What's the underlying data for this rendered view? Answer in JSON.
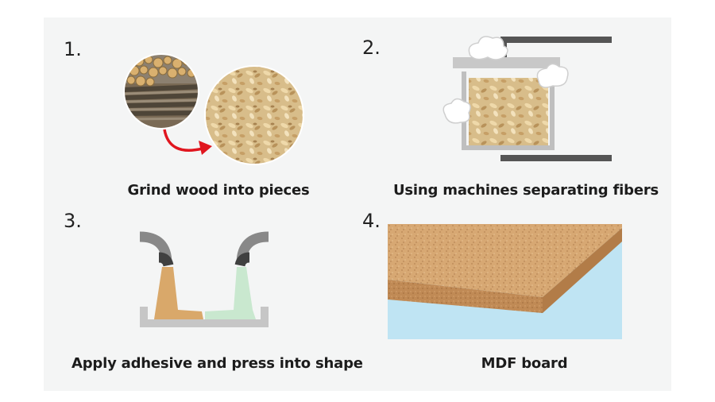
{
  "steps": [
    {
      "number": "1.",
      "caption": "Grind wood into pieces"
    },
    {
      "number": "2.",
      "caption": "Using machines separating fibers"
    },
    {
      "number": "3.",
      "caption": "Apply adhesive and press into shape"
    },
    {
      "number": "4.",
      "caption": "MDF board"
    }
  ],
  "colors": {
    "panel_bg": "#f4f5f5",
    "arrow_red": "#e0161f",
    "machine_gray": "#555555",
    "machine_light_gray": "#c8c8c8",
    "wood_chip": "#d9b77e",
    "adhesive_tan": "#d9a86a",
    "adhesive_green": "#c9e8cf",
    "board_face": "#d7a873",
    "board_edge": "#c08a55",
    "board_bg_blue": "#bfe4f3"
  }
}
